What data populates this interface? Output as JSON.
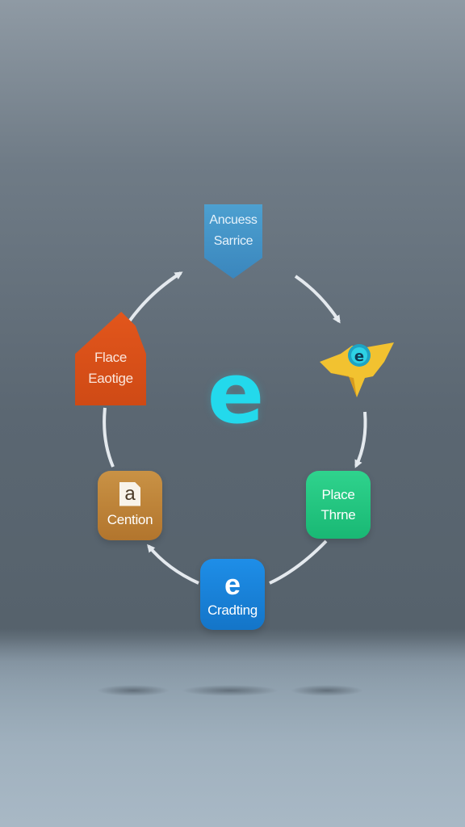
{
  "center": {
    "glyph": "e"
  },
  "nodes": {
    "top": {
      "line1": "Ancuess",
      "line2": "Sarrice"
    },
    "right_bird": {
      "glyph": "e"
    },
    "green": {
      "line1": "Place",
      "line2": "Thrne"
    },
    "blue": {
      "glyph": "e",
      "label": "Cradting"
    },
    "brown": {
      "glyph": "a",
      "label": "Cention"
    },
    "orange": {
      "line1": "Flace",
      "line2": "Eaotige"
    }
  },
  "colors": {
    "center_e": "#23d9ec",
    "top_shield": "#3a86bd",
    "orange_house": "#d44e18",
    "yellow_bird": "#f2c230",
    "green_tile": "#1fc47f",
    "blue_tile": "#1882d8",
    "brown_tile": "#bf843a",
    "arrows": "#e4e9ee"
  },
  "icons": [
    "shield-shape",
    "bird-e-icon",
    "document-a-icon"
  ]
}
